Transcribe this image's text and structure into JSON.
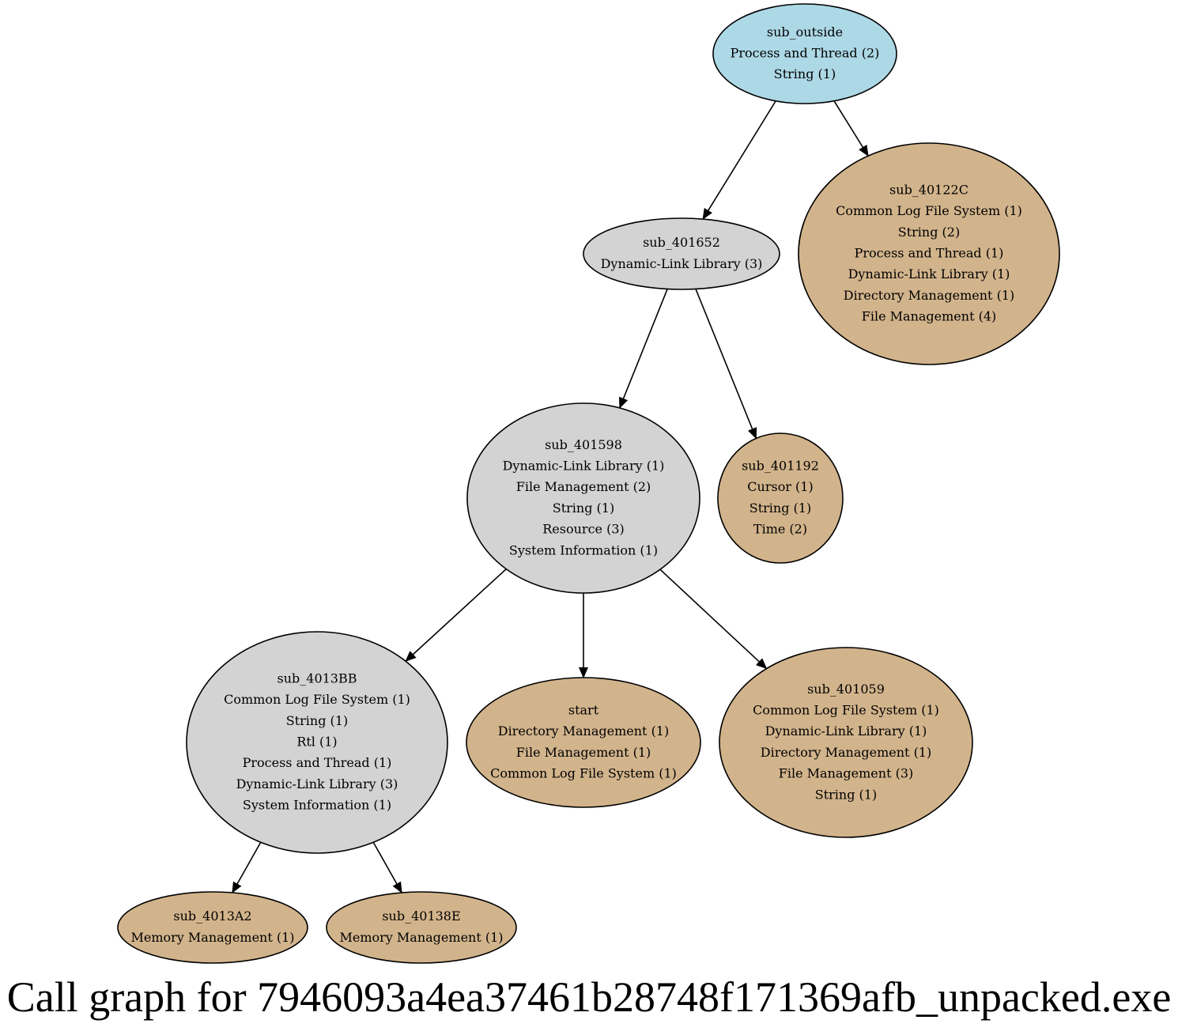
{
  "caption": "Call graph for 7946093a4ea37461b28748f171369afb_unpacked.exe",
  "colors": {
    "root": "#add8e6",
    "internal": "#d3d3d3",
    "leaf": "#d2b48c",
    "stroke": "#000000"
  },
  "nodes": [
    {
      "id": "sub_outside",
      "kind": "root",
      "lines": [
        "sub_outside",
        "Process and Thread (2)",
        "String (1)"
      ]
    },
    {
      "id": "sub_401652",
      "kind": "internal",
      "lines": [
        "sub_401652",
        "Dynamic-Link Library (3)"
      ]
    },
    {
      "id": "sub_40122C",
      "kind": "leaf",
      "lines": [
        "sub_40122C",
        "Common Log File System (1)",
        "String (2)",
        "Process and Thread (1)",
        "Dynamic-Link Library (1)",
        "Directory Management (1)",
        "File Management (4)"
      ]
    },
    {
      "id": "sub_401598",
      "kind": "internal",
      "lines": [
        "sub_401598",
        "Dynamic-Link Library (1)",
        "File Management (2)",
        "String (1)",
        "Resource (3)",
        "System Information (1)"
      ]
    },
    {
      "id": "sub_401192",
      "kind": "leaf",
      "lines": [
        "sub_401192",
        "Cursor (1)",
        "String (1)",
        "Time (2)"
      ]
    },
    {
      "id": "sub_4013BB",
      "kind": "internal",
      "lines": [
        "sub_4013BB",
        "Common Log File System (1)",
        "String (1)",
        "Rtl (1)",
        "Process and Thread (1)",
        "Dynamic-Link Library (3)",
        "System Information (1)"
      ]
    },
    {
      "id": "start",
      "kind": "leaf",
      "lines": [
        "start",
        "Directory Management (1)",
        "File Management (1)",
        "Common Log File System (1)"
      ]
    },
    {
      "id": "sub_401059",
      "kind": "leaf",
      "lines": [
        "sub_401059",
        "Common Log File System (1)",
        "Dynamic-Link Library (1)",
        "Directory Management (1)",
        "File Management (3)",
        "String (1)"
      ]
    },
    {
      "id": "sub_4013A2",
      "kind": "leaf",
      "lines": [
        "sub_4013A2",
        "Memory Management (1)"
      ]
    },
    {
      "id": "sub_40138E",
      "kind": "leaf",
      "lines": [
        "sub_40138E",
        "Memory Management (1)"
      ]
    }
  ],
  "edges": [
    {
      "from": "sub_outside",
      "to": "sub_401652"
    },
    {
      "from": "sub_outside",
      "to": "sub_40122C"
    },
    {
      "from": "sub_401652",
      "to": "sub_401598"
    },
    {
      "from": "sub_401652",
      "to": "sub_401192"
    },
    {
      "from": "sub_401598",
      "to": "sub_4013BB"
    },
    {
      "from": "sub_401598",
      "to": "start"
    },
    {
      "from": "sub_401598",
      "to": "sub_401059"
    },
    {
      "from": "sub_4013BB",
      "to": "sub_4013A2"
    },
    {
      "from": "sub_4013BB",
      "to": "sub_40138E"
    }
  ]
}
